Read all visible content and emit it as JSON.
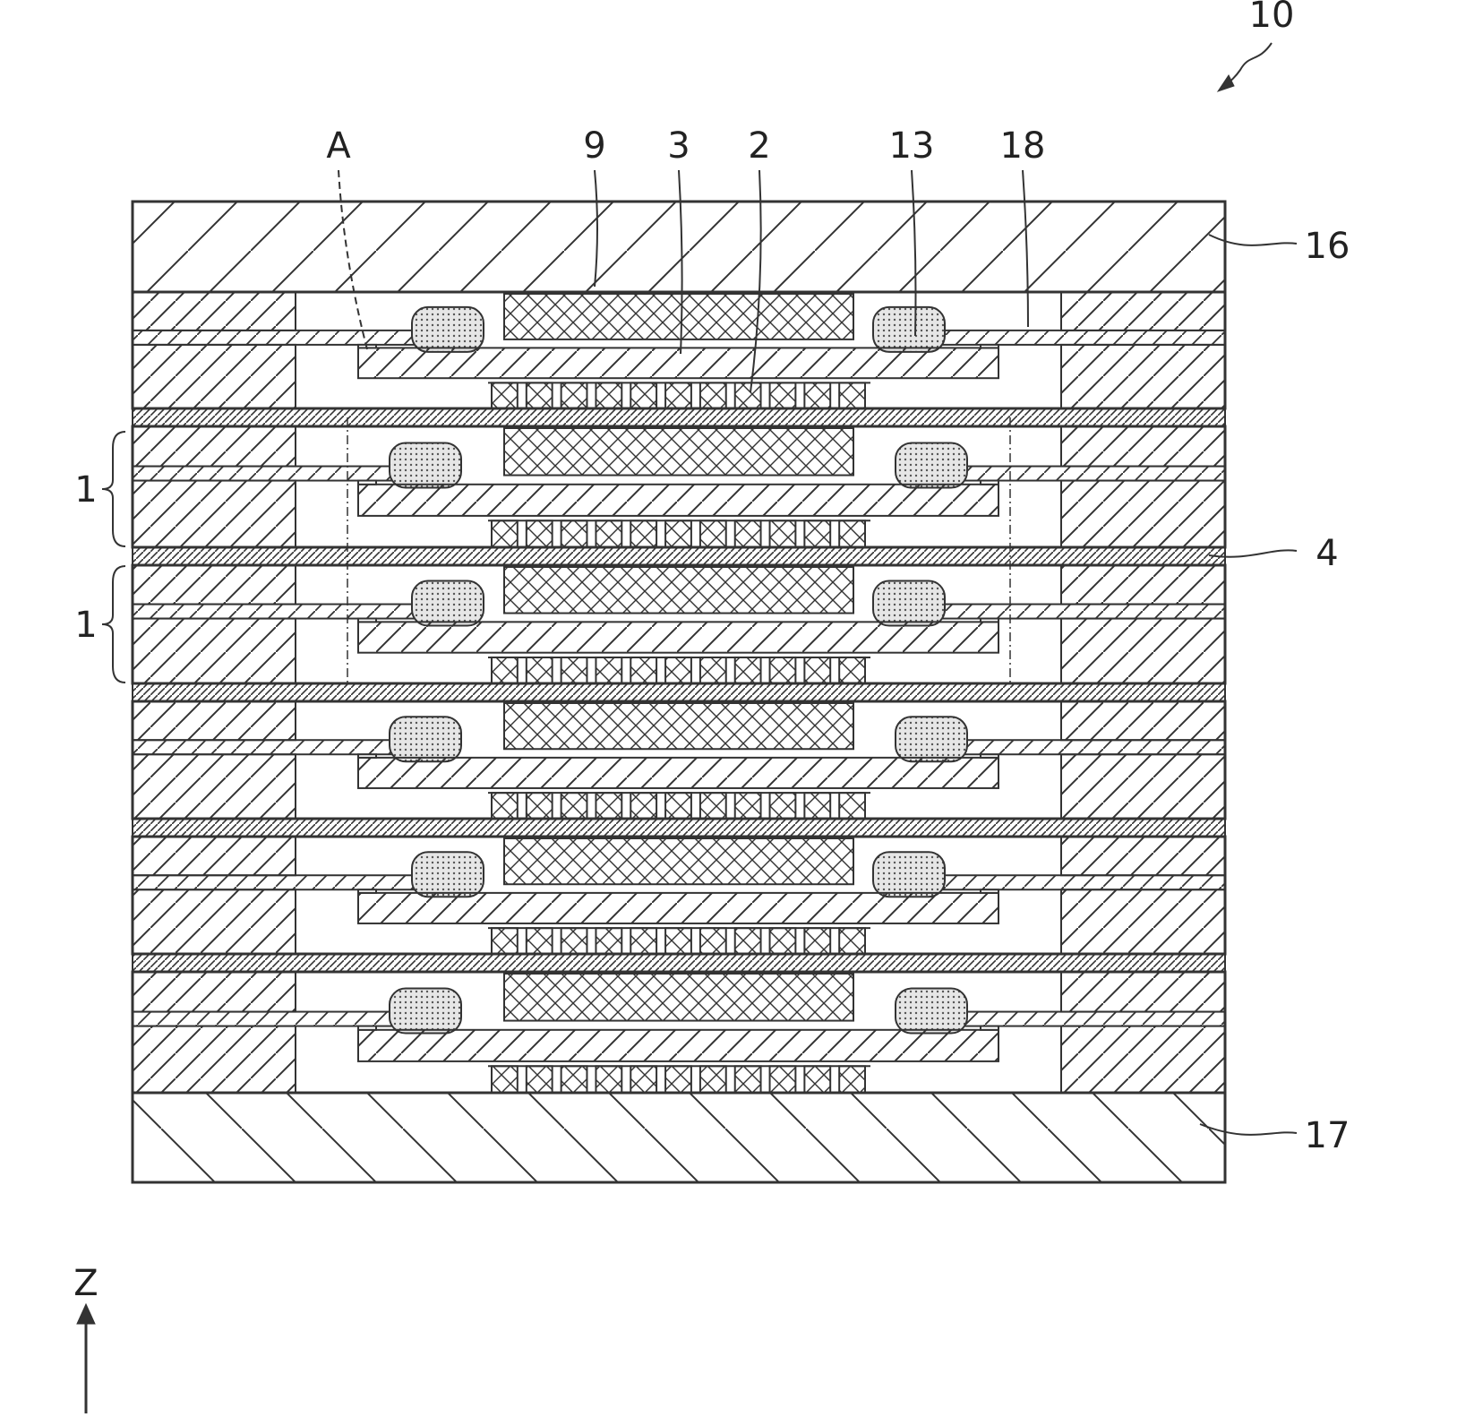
{
  "figure": {
    "number_label": "10",
    "axis_label": "Z"
  },
  "labels": {
    "top": [
      "A",
      "9",
      "3",
      "2",
      "13",
      "18"
    ],
    "right": [
      "16",
      "4",
      "17"
    ],
    "left": [
      "1",
      "1"
    ]
  },
  "stack": {
    "unit_count": 6
  },
  "colors": {
    "line": "#333333",
    "background": "#ffffff",
    "sealant": "#d8d8d8"
  }
}
